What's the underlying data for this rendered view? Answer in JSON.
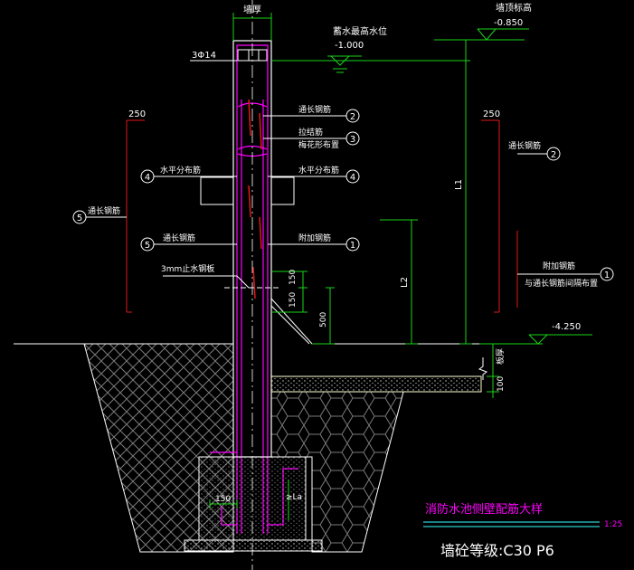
{
  "colors": {
    "background": "#000000",
    "white": "#ffffff",
    "green": "#19d419",
    "magenta": "#ff00ff",
    "red": "#e01919",
    "yellow": "#ffff66",
    "cyan": "#33ffff",
    "hatch": "#8a8a8a"
  },
  "labels": {
    "wall_thickness": "墙厚",
    "top_elev_title": "墙顶标高",
    "top_elev": "-0.850",
    "max_water_title": "蓄水最高水位",
    "max_water": "-1.000",
    "top_bars": "3Φ14",
    "dim_250_left": "250",
    "dim_250_right": "250",
    "through_bar_1": "通长钢筋",
    "tie_bar_a": "拉结筋",
    "tie_bar_b": "梅花形布置",
    "horiz_dist_left": "水平分布筋",
    "horiz_dist_right": "水平分布筋",
    "through_bar_left_outer": "通长钢筋",
    "through_bar_left_inner": "通长钢筋",
    "additional_bar": "附加钢筋",
    "right_through_bar": "通长钢筋",
    "right_add_bar_a": "附加钢筋",
    "right_add_bar_b": "与通长钢筋间隔布置",
    "waterstop": "3mm止水钢板",
    "dim_150_a": "150",
    "dim_150_b": "150",
    "dim_500": "500",
    "L1": "L1",
    "L2": "L2",
    "bottom_elev": "-4.250",
    "slab_label": "板厚",
    "dim_100": "100",
    "dim_150_footing": "150",
    "la_label": "≥La",
    "callout_1": "1",
    "callout_2": "2",
    "callout_3": "3",
    "callout_4": "4",
    "callout_5": "5",
    "title": "消防水池侧壁配筋大样",
    "scale": "1:25",
    "concrete_grade": "墙砼等级:C30   P6"
  }
}
